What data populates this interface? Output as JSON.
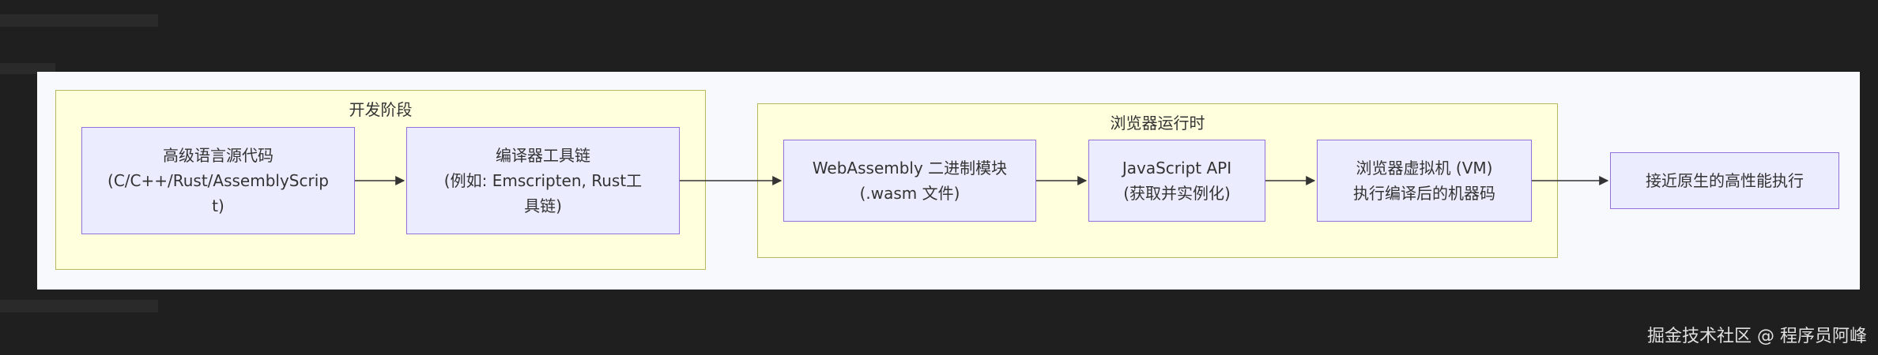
{
  "groups": {
    "dev": "开发阶段",
    "runtime": "浏览器运行时"
  },
  "nodes": {
    "source": "高级语言源代码\n(C/C++/Rust/AssemblyScrip\nt)",
    "compiler": "编译器工具链\n(例如: Emscripten, Rust工\n具链)",
    "wasm": "WebAssembly 二进制模块\n(.wasm 文件)",
    "jsapi": "JavaScript API\n(获取并实例化)",
    "vm": "浏览器虚拟机 (VM)\n执行编译后的机器码",
    "result": "接近原生的高性能执行"
  },
  "watermark": "掘金技术社区 @ 程序员阿峰"
}
